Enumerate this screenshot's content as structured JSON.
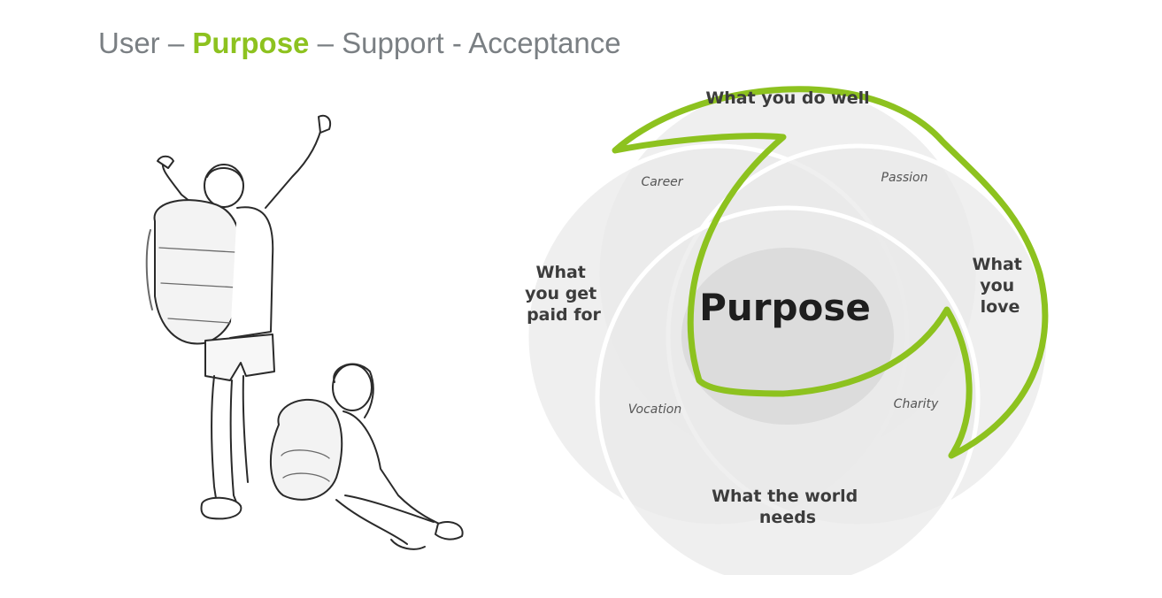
{
  "title": {
    "part1": "User – ",
    "highlight": "Purpose",
    "part2": " – Support - Acceptance"
  },
  "colors": {
    "title_gray": "#7a7f83",
    "accent_green": "#8dc21f",
    "circle_fill": "#e8e8e8",
    "circle_stroke": "#ffffff",
    "text_dark": "#3c3c3c"
  },
  "venn": {
    "top": "What you do well",
    "left": [
      "What",
      "you get",
      "paid for"
    ],
    "right": [
      "What",
      "you",
      "love"
    ],
    "bottom": [
      "What the world",
      "needs"
    ],
    "career": "Career",
    "passion": "Passion",
    "vocation": "Vocation",
    "charity": "Charity",
    "center": "Purpose"
  }
}
